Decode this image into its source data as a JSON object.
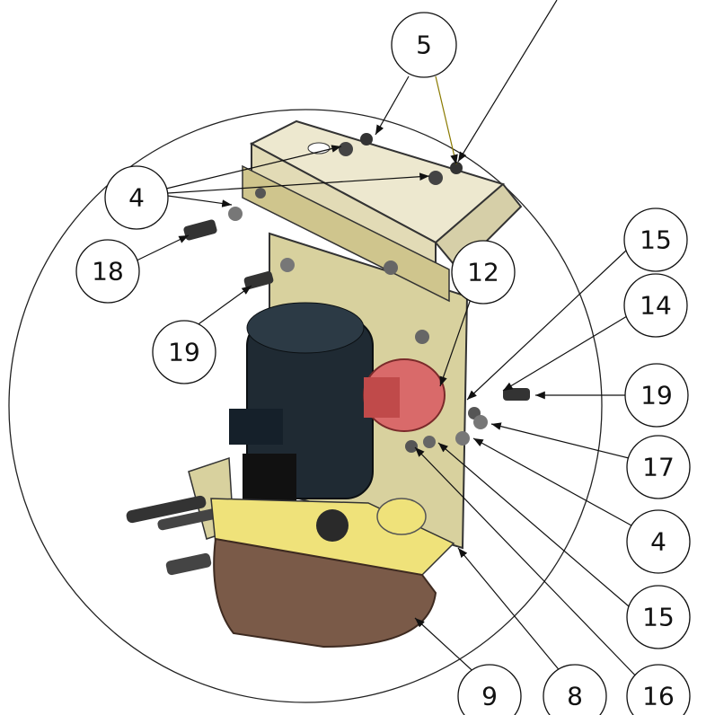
{
  "diagram": {
    "callouts": [
      {
        "id": "c5",
        "label": "5"
      },
      {
        "id": "c4a",
        "label": "4"
      },
      {
        "id": "c18",
        "label": "18"
      },
      {
        "id": "c19a",
        "label": "19"
      },
      {
        "id": "c12",
        "label": "12"
      },
      {
        "id": "c15a",
        "label": "15"
      },
      {
        "id": "c14",
        "label": "14"
      },
      {
        "id": "c19b",
        "label": "19"
      },
      {
        "id": "c17",
        "label": "17"
      },
      {
        "id": "c4b",
        "label": "4"
      },
      {
        "id": "c15b",
        "label": "15"
      },
      {
        "id": "c9",
        "label": "9"
      },
      {
        "id": "c8",
        "label": "8"
      },
      {
        "id": "c16",
        "label": "16"
      }
    ],
    "colors": {
      "plate": "#d8d19e",
      "housing": "#ede8cf",
      "motor": "#1f2a33",
      "reservoir": "#7a5a48",
      "solenoid": "#d96a6a",
      "tank_top": "#efe27a",
      "line": "#111111",
      "leader_yellow": "#8a7a00"
    }
  }
}
